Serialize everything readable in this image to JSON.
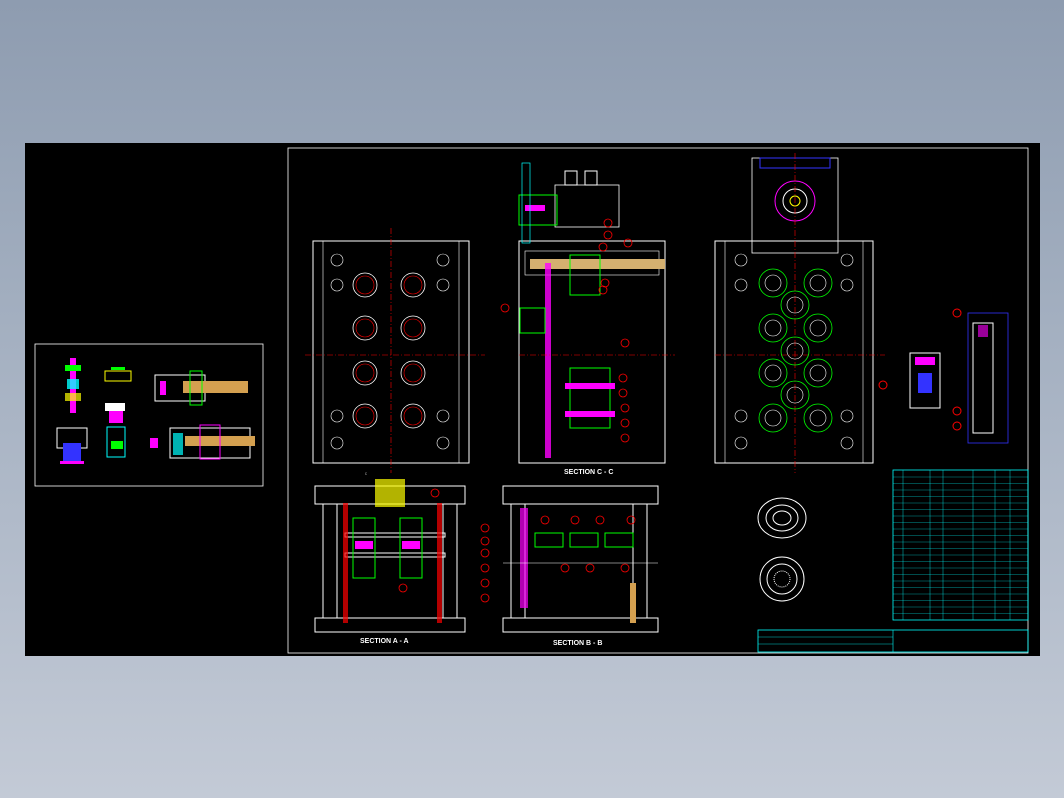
{
  "drawing": {
    "section_cc": "SECTION C - C",
    "section_aa": "SECTION A - A",
    "section_bb": "SECTION B - B"
  },
  "colors": {
    "outline": "#ffffff",
    "dimension": "#00ffff",
    "centerline": "#ff0000",
    "leader": "#00ff00",
    "balloon": "#ff0000",
    "accent_magenta": "#ff00ff",
    "accent_yellow": "#ffff00",
    "accent_blue": "#3333ff",
    "table": "#00ffff"
  }
}
